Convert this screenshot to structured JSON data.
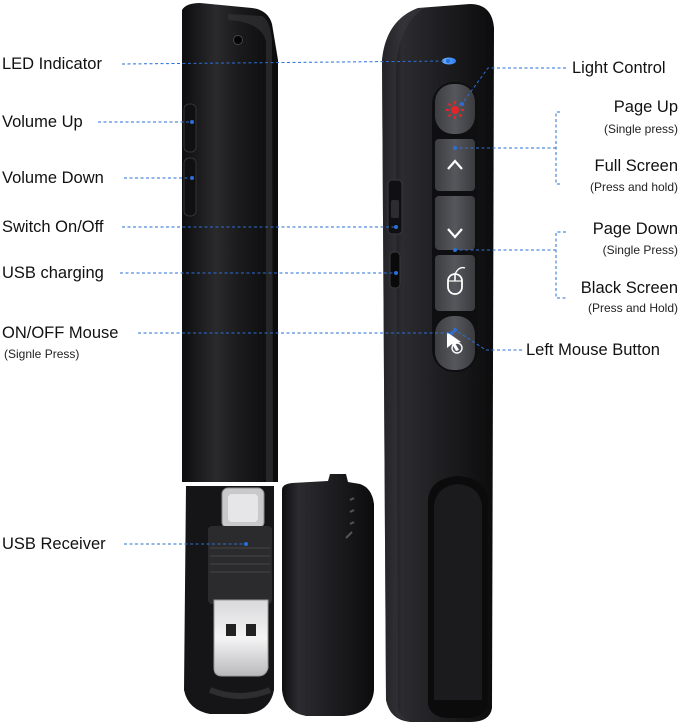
{
  "left_labels": {
    "led_indicator": "LED Indicator",
    "volume_up": "Volume Up",
    "volume_down": "Volume Down",
    "switch_on_off": "Switch On/Off",
    "usb_charging": "USB charging",
    "on_off_mouse": "ON/OFF Mouse",
    "on_off_mouse_note": "(Signle Press)",
    "usb_receiver": "USB Receiver"
  },
  "right_labels": {
    "light_control": "Light Control",
    "page_up": "Page Up",
    "page_up_note": "(Single press)",
    "full_screen": "Full Screen",
    "full_screen_note": "(Press and hold)",
    "page_down": "Page Down",
    "page_down_note": "(Single Press)",
    "black_screen": "Black Screen",
    "black_screen_note": "(Press and Hold)",
    "left_mouse_button": "Left Mouse Button"
  },
  "colors": {
    "device_body": "#1c1c1e",
    "button_face": "#4a4b4f",
    "led_blue": "#2f7df6",
    "laser_red": "#e0262a",
    "leader_line": "#2a6fd6"
  }
}
